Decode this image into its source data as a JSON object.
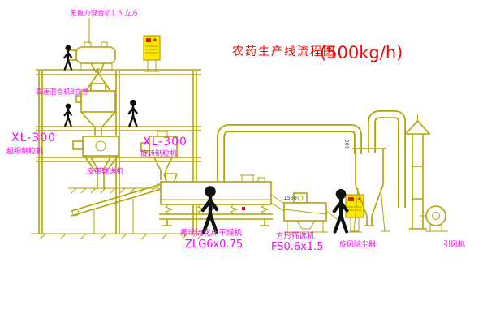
{
  "title": {
    "main": "农药生产线流程图",
    "capacity": "(500kg/h)"
  },
  "labels": {
    "top_mixer": "无重力混合机1.5 立方",
    "high_speed_mixer": "高速混合机3立方",
    "granulator_left_model": "XL-300",
    "granulator_left_name": "超细制粒机",
    "granulator_mid_model": "XL-300",
    "granulator_mid_name": "旋转制粒机",
    "belt_conveyor": "皮带输送机",
    "dryer_name": "振动流化床干燥机",
    "dryer_model": "ZLG6x0.75",
    "sieve_name": "方形筛选机",
    "sieve_model": "FS0.6x1.5",
    "dust_collector": "旋风除尘器",
    "fan": "引风机",
    "dim_sieve": "1500",
    "dim_duct": "600"
  },
  "colors": {
    "line_olive": "#b3a400",
    "label_magenta": "#ff00ff",
    "title_red": "#ff0000",
    "cabinet_yellow": "#ffe600",
    "figure_black": "#111111",
    "indicator_red": "#e81123"
  }
}
